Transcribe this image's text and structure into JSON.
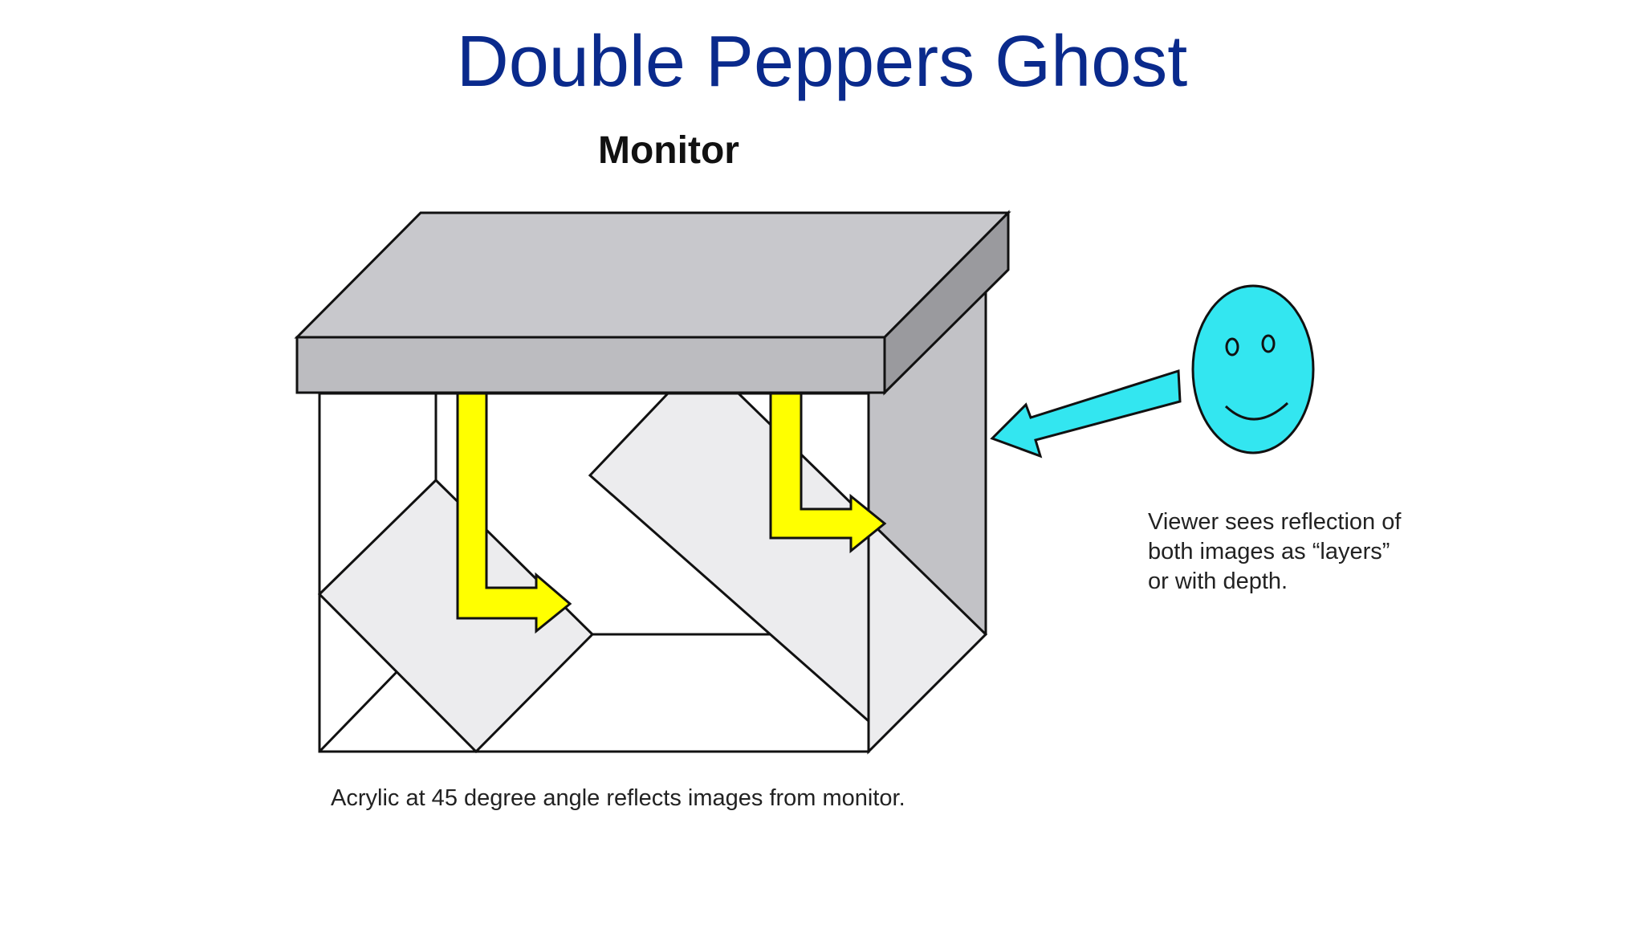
{
  "title": "Double Peppers Ghost",
  "monitor_label": "Monitor",
  "viewer_note": "Viewer sees reflection of\nboth images as “layers”\nor with depth.",
  "acrylic_note": "Acrylic at 45 degree angle reflects images from monitor.",
  "colors": {
    "title": "#0a2a8c",
    "monitor_top": "#c8c8cc",
    "monitor_front": "#bcbcc0",
    "monitor_side": "#9a9a9e",
    "cabinet_side": "#c2c2c6",
    "acrylic": "#ececee",
    "yellow_arrow": "#ffff00",
    "viewer_face": "#33e6f0",
    "viewer_arrow": "#33e6f0"
  },
  "icons": {
    "viewer": "smiley-face-icon",
    "light_path": "bent-arrow-icon",
    "gaze": "left-arrow-icon"
  }
}
